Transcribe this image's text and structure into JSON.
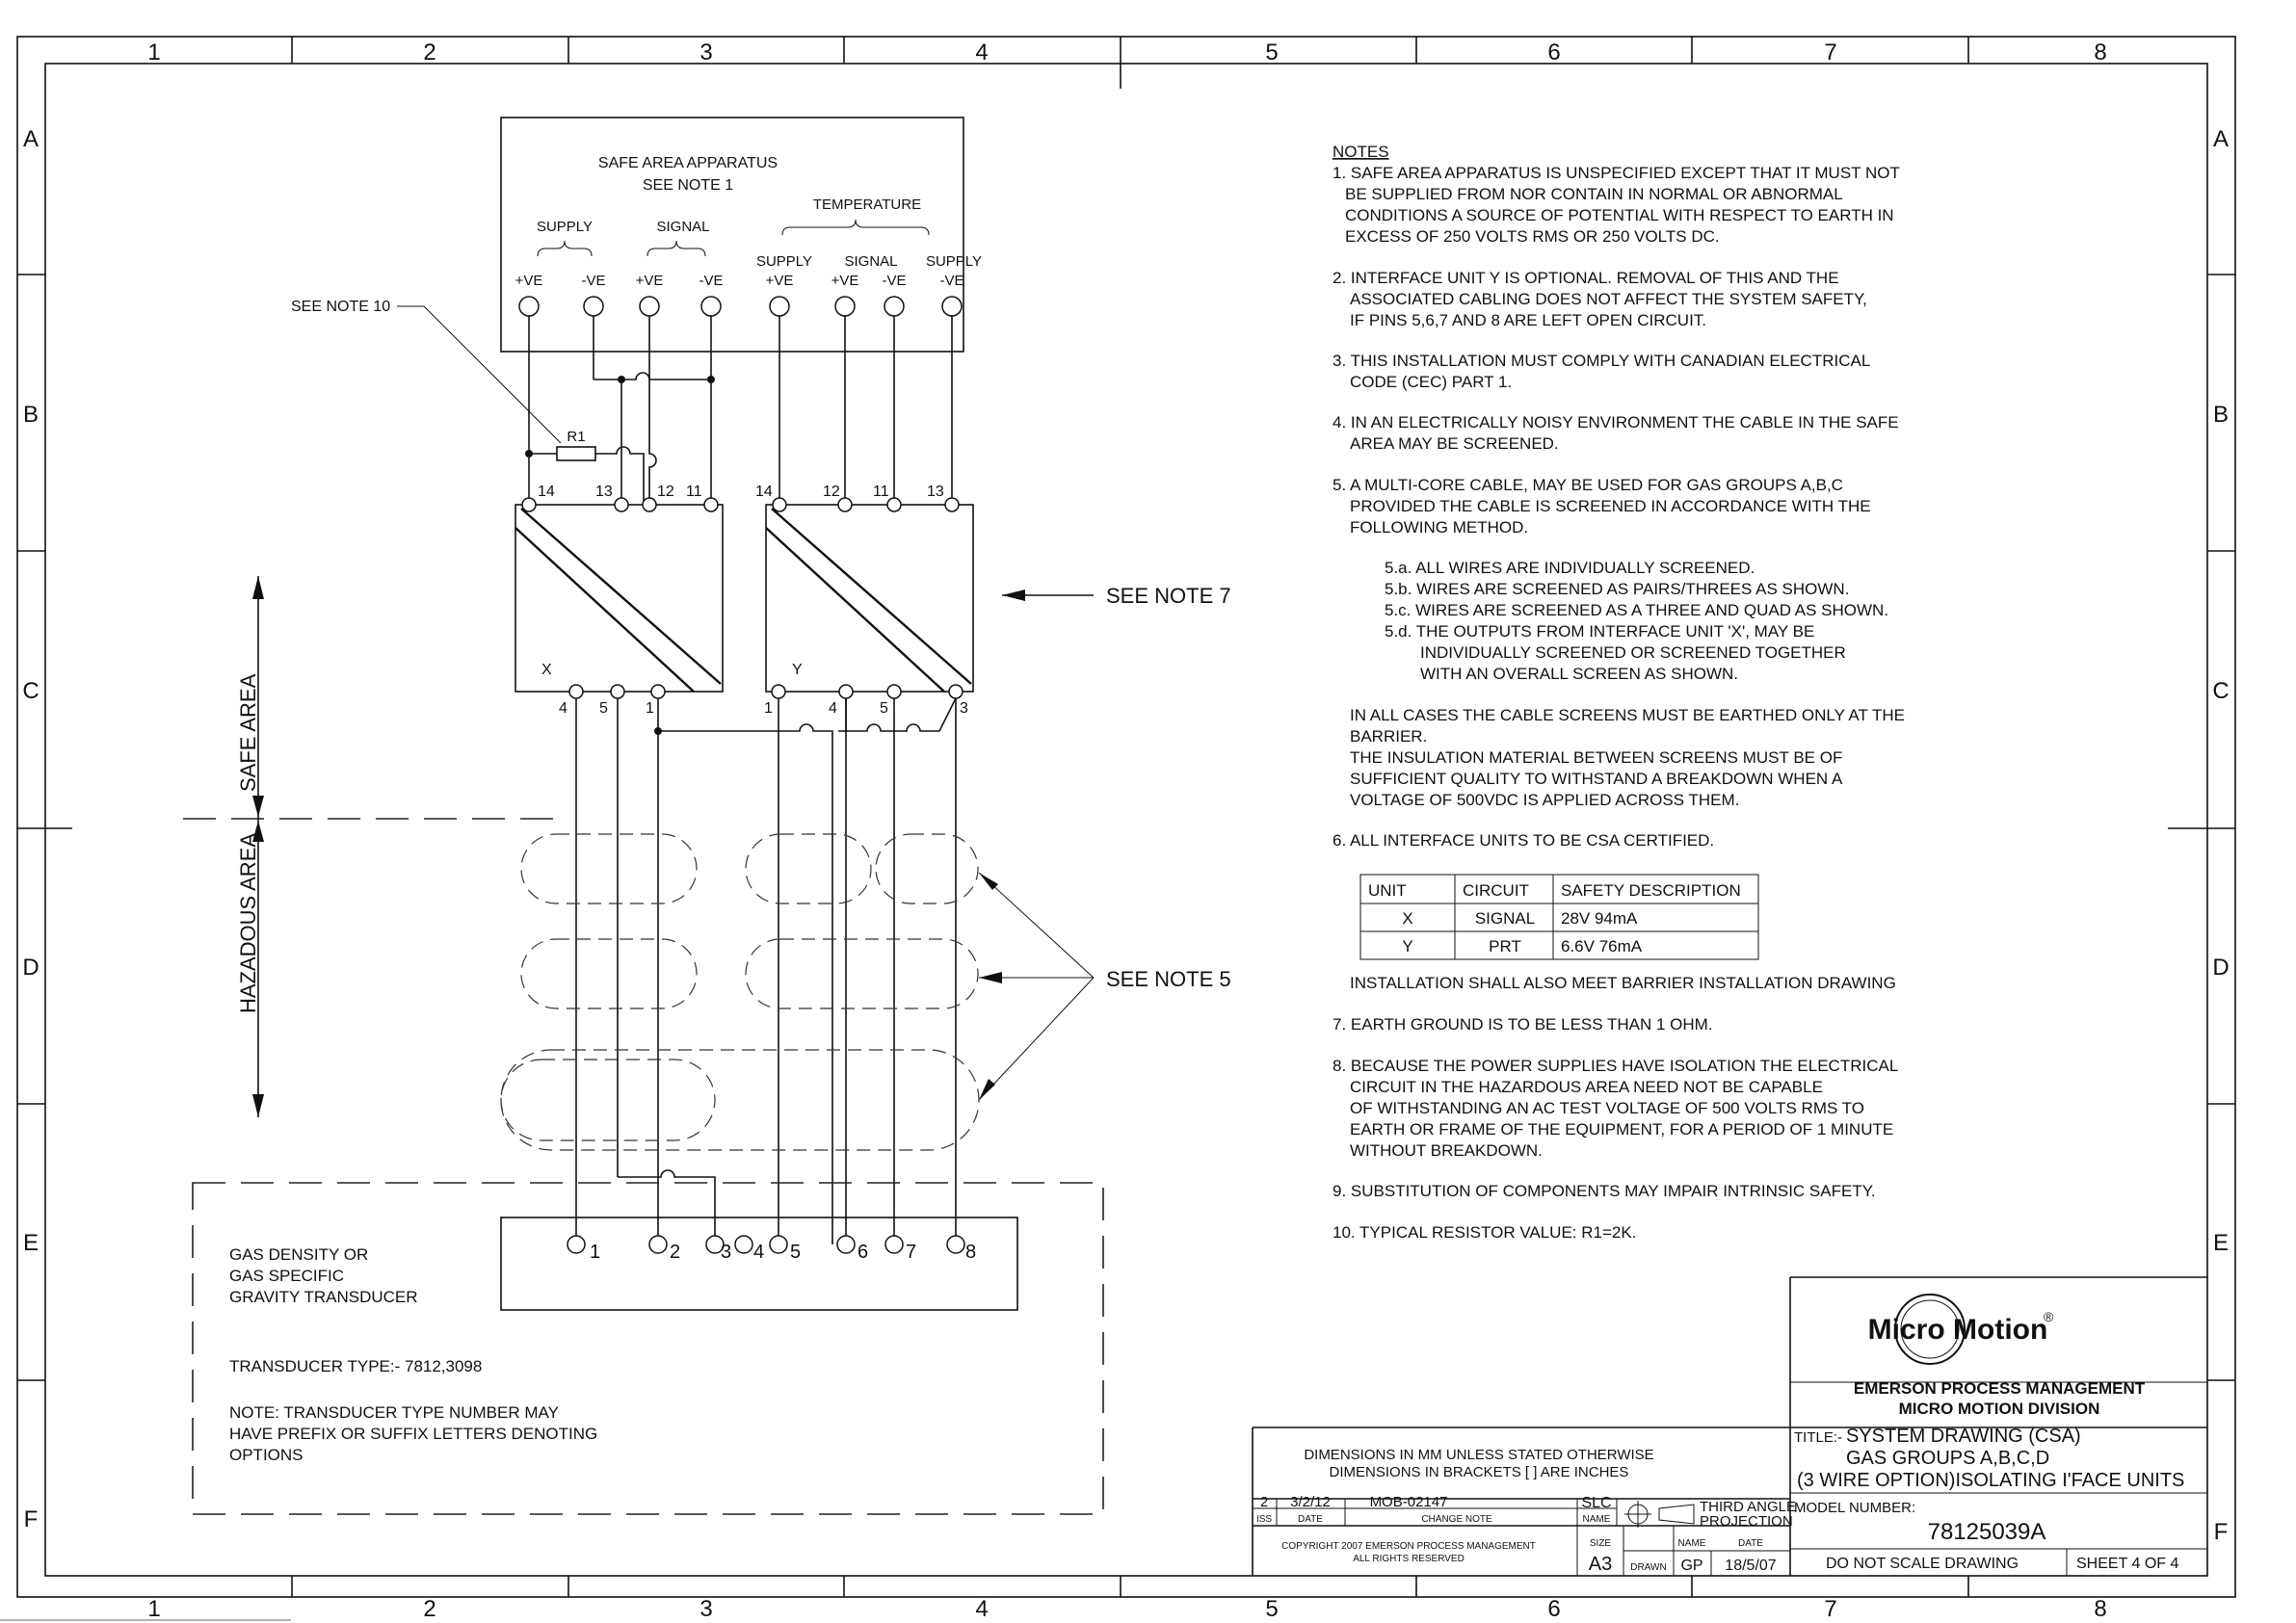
{
  "grid": {
    "columns": [
      "1",
      "2",
      "3",
      "4",
      "5",
      "6",
      "7",
      "8"
    ],
    "rows": [
      "A",
      "B",
      "C",
      "D",
      "E",
      "F"
    ]
  },
  "apparatus": {
    "title": "SAFE AREA APPARATUS",
    "subtitle": "SEE NOTE 1",
    "supply": "SUPPLY",
    "signal": "SIGNAL",
    "temperature": "TEMPERATURE",
    "temp_supply": "SUPPLY",
    "temp_signal": "SIGNAL",
    "temp_supply2": "SUPPLY",
    "terminals": [
      "+VE",
      "-VE",
      "+VE",
      "-VE",
      "+VE",
      "+VE",
      "-VE",
      "-VE"
    ]
  },
  "resistor": {
    "label": "R1",
    "note": "SEE NOTE 10"
  },
  "unit_x": {
    "label": "X",
    "top_pins": [
      "14",
      "13",
      "12",
      "11"
    ],
    "bottom_pins": [
      "4",
      "5",
      "1"
    ]
  },
  "unit_y": {
    "label": "Y",
    "top_pins": [
      "14",
      "12",
      "11",
      "13"
    ],
    "bottom_pins": [
      "1",
      "4",
      "5",
      "3"
    ]
  },
  "callouts": {
    "note7": "SEE NOTE 7",
    "note5": "SEE NOTE 5"
  },
  "areas": {
    "safe": "SAFE AREA",
    "hazardous": "HAZADOUS AREA"
  },
  "transducer": {
    "line1": "GAS DENSITY OR",
    "line2": "GAS SPECIFIC",
    "line3": "GRAVITY TRANSDUCER",
    "type": "TRANSDUCER TYPE:- 7812,3098",
    "note1": "NOTE: TRANSDUCER TYPE NUMBER MAY",
    "note2": "HAVE PREFIX OR SUFFIX LETTERS DENOTING",
    "note3": "OPTIONS",
    "pins": [
      "1",
      "2",
      "3",
      "4",
      "5",
      "6",
      "7",
      "8"
    ]
  },
  "notes": {
    "heading": "NOTES",
    "n1": [
      "1. SAFE AREA APPARATUS IS UNSPECIFIED EXCEPT THAT IT MUST NOT",
      "BE SUPPLIED FROM NOR CONTAIN IN NORMAL OR ABNORMAL",
      "CONDITIONS A SOURCE OF POTENTIAL WITH RESPECT TO EARTH IN",
      "EXCESS OF 250 VOLTS RMS OR 250 VOLTS DC."
    ],
    "n2": [
      "2. INTERFACE UNIT Y IS OPTIONAL. REMOVAL OF THIS AND THE",
      "ASSOCIATED CABLING DOES NOT AFFECT THE SYSTEM SAFETY,",
      "IF PINS 5,6,7 AND 8 ARE LEFT OPEN CIRCUIT."
    ],
    "n3": [
      "3. THIS INSTALLATION MUST COMPLY WITH CANADIAN ELECTRICAL",
      "CODE (CEC) PART 1."
    ],
    "n4": [
      "4. IN AN ELECTRICALLY NOISY ENVIRONMENT THE CABLE IN THE SAFE",
      "AREA MAY BE SCREENED."
    ],
    "n5": [
      "5. A MULTI-CORE CABLE, MAY BE USED FOR GAS GROUPS A,B,C",
      "PROVIDED THE CABLE IS SCREENED IN ACCORDANCE WITH THE",
      "FOLLOWING METHOD."
    ],
    "n5sub": [
      "5.a. ALL WIRES ARE INDIVIDUALLY SCREENED.",
      "5.b. WIRES ARE SCREENED AS PAIRS/THREES AS SHOWN.",
      "5.c. WIRES ARE SCREENED AS A THREE AND QUAD AS SHOWN.",
      "5.d. THE OUTPUTS FROM INTERFACE UNIT 'X', MAY BE",
      "INDIVIDUALLY SCREENED OR SCREENED TOGETHER",
      "WITH AN OVERALL SCREEN AS SHOWN."
    ],
    "n5tail": [
      "IN ALL CASES THE CABLE SCREENS MUST BE EARTHED ONLY AT THE",
      "BARRIER.",
      "THE INSULATION MATERIAL BETWEEN SCREENS MUST BE OF",
      "SUFFICIENT QUALITY TO WITHSTAND A BREAKDOWN WHEN A",
      "VOLTAGE OF 500VDC IS APPLIED ACROSS THEM."
    ],
    "n6": "6. ALL INTERFACE UNITS TO BE CSA CERTIFIED.",
    "table_headers": [
      "UNIT",
      "CIRCUIT",
      "SAFETY DESCRIPTION"
    ],
    "table_rows": [
      [
        "X",
        "SIGNAL",
        "28V 94mA"
      ],
      [
        "Y",
        "PRT",
        "6.6V 76mA"
      ]
    ],
    "install": "INSTALLATION SHALL ALSO MEET BARRIER INSTALLATION DRAWING",
    "n7": "7. EARTH GROUND IS TO BE LESS THAN 1 OHM.",
    "n8": [
      "8. BECAUSE THE POWER SUPPLIES HAVE ISOLATION THE ELECTRICAL",
      "CIRCUIT IN THE HAZARDOUS AREA NEED NOT BE CAPABLE",
      "OF WITHSTANDING AN AC TEST VOLTAGE OF 500 VOLTS RMS TO",
      "EARTH OR FRAME OF THE EQUIPMENT, FOR A PERIOD OF 1 MINUTE",
      "WITHOUT BREAKDOWN."
    ],
    "n9": "9. SUBSTITUTION OF COMPONENTS MAY IMPAIR INTRINSIC SAFETY.",
    "n10": "10. TYPICAL RESISTOR VALUE: R1=2K."
  },
  "title_block": {
    "logo": "Micro Motion",
    "logo_mark": "®",
    "company": "EMERSON PROCESS MANAGEMENT",
    "division": "MICRO MOTION DIVISION",
    "dims1": "DIMENSIONS IN MM UNLESS STATED OTHERWISE",
    "dims2": "DIMENSIONS IN BRACKETS [ ] ARE INCHES",
    "title_label": "TITLE:-",
    "title1": "SYSTEM DRAWING (CSA)",
    "title2": "GAS GROUPS A,B,C,D",
    "title3": "(3 WIRE OPTION)ISOLATING I'FACE UNITS",
    "iss": "2",
    "date": "3/2/12",
    "change_note": "MOB-02147",
    "name": "SLC",
    "h_iss": "ISS",
    "h_date": "DATE",
    "h_change": "CHANGE NOTE",
    "h_name": "NAME",
    "projection1": "THIRD ANGLE",
    "projection2": "PROJECTION",
    "model_label": "MODEL NUMBER:",
    "model": "78125039A",
    "copyright1": "COPYRIGHT 2007 EMERSON PROCESS MANAGEMENT",
    "copyright2": "ALL RIGHTS RESERVED",
    "h_size": "SIZE",
    "size": "A3",
    "drawn": "DRAWN",
    "h_name2": "NAME",
    "drawn_name": "GP",
    "h_date2": "DATE",
    "drawn_date": "18/5/07",
    "scale": "DO NOT SCALE DRAWING",
    "sheet": "SHEET   4 OF 4"
  }
}
